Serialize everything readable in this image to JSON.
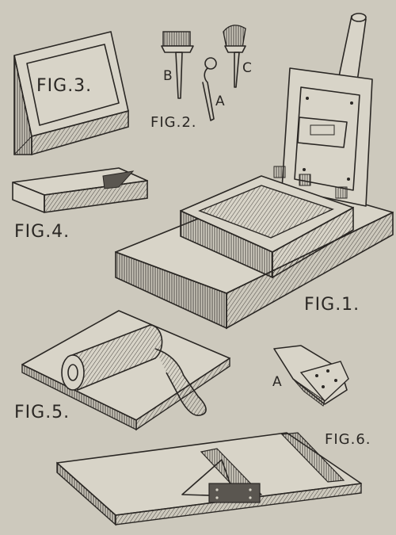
{
  "labels": {
    "fig1": "FIG.1.",
    "fig2": "FIG.2.",
    "fig3": "FIG.3.",
    "fig4": "FIG.4.",
    "fig5": "FIG.5.",
    "fig6": "FIG.6.",
    "fig2_a": "A",
    "fig2_b": "B",
    "fig2_c": "C",
    "fig1_detail_a": "A"
  },
  "colors": {
    "paper": "#cdc9bd",
    "ink": "#2a2724"
  }
}
